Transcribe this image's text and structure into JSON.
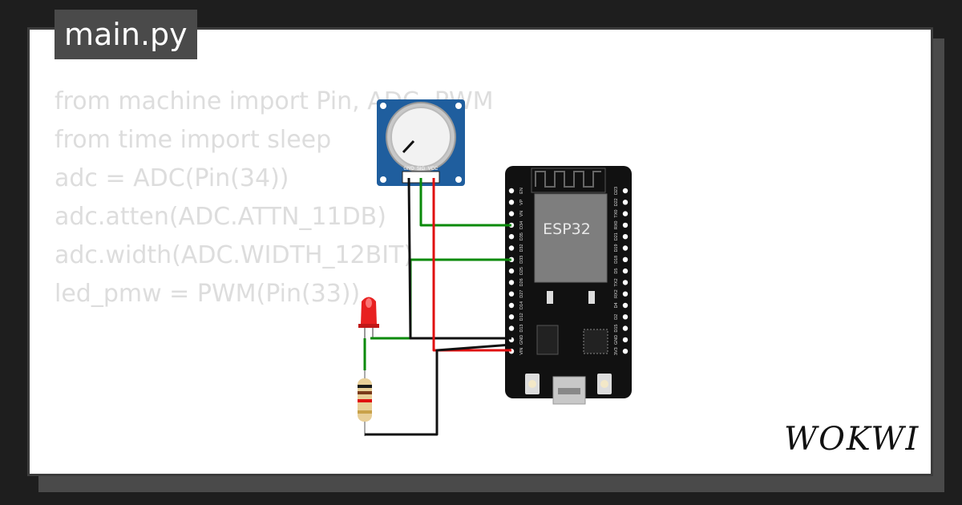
{
  "file_tab": "main.py",
  "code_lines": [
    "from machine import Pin, ADC, PWM",
    "from time import sleep",
    "",
    "adc = ADC(Pin(34))",
    "adc.atten(ADC.ATTN_11DB)",
    "adc.width(ADC.WIDTH_12BIT)",
    "",
    "led_pmw = PWM(Pin(33))"
  ],
  "board": {
    "label": "ESP32",
    "left_pins": [
      "EN",
      "VP",
      "VN",
      "D34",
      "D35",
      "D32",
      "D33",
      "D25",
      "D26",
      "D27",
      "D14",
      "D12",
      "D13",
      "GND",
      "VIN"
    ],
    "right_pins": [
      "D23",
      "D22",
      "TX0",
      "RX0",
      "D21",
      "D19",
      "D18",
      "D5",
      "TX2",
      "RX2",
      "D4",
      "D2",
      "D15",
      "GND",
      "3V3"
    ]
  },
  "potentiometer": {
    "pins": [
      "GND",
      "SIG",
      "VCC"
    ]
  },
  "brand": "WOKWI",
  "colors": {
    "wire_green": "#0a8a0a",
    "wire_red": "#e01010",
    "wire_black": "#111111",
    "pot_body": "#1f5e9e",
    "led": "#e82020"
  }
}
